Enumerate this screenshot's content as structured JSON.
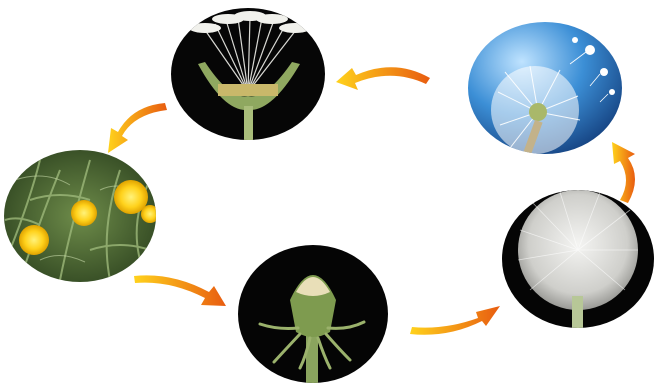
{
  "diagram": {
    "kind": "cycle",
    "stages": [
      {
        "id": "seed-release",
        "depicts": "seed-head-opening-icon"
      },
      {
        "id": "flowering",
        "depicts": "yellow-flowers-icon"
      },
      {
        "id": "closed-bud",
        "depicts": "closed-flower-bud-icon"
      },
      {
        "id": "seed-ball",
        "depicts": "white-seed-ball-icon"
      },
      {
        "id": "dispersal",
        "depicts": "seeds-blowing-in-wind-icon"
      }
    ],
    "arrow_color_start": "#ffd21c",
    "arrow_color_end": "#e85c10"
  }
}
